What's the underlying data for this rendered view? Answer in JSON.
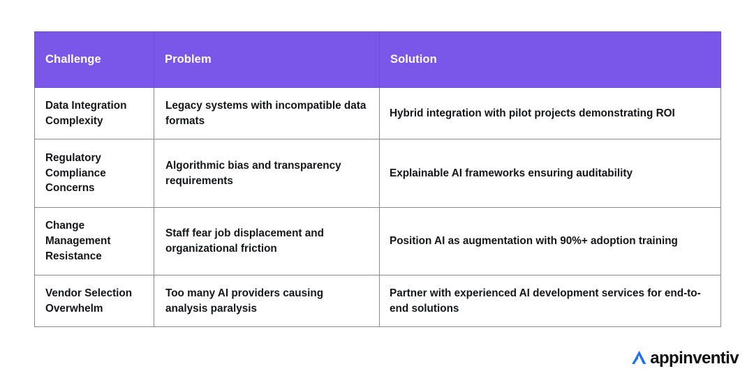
{
  "table": {
    "accent_color": "#7b57e9",
    "header_text_color": "#ffffff",
    "border_color": "#8a8a8a",
    "columns": [
      {
        "key": "challenge",
        "label": "Challenge"
      },
      {
        "key": "problem",
        "label": "Problem"
      },
      {
        "key": "solution",
        "label": "Solution"
      }
    ],
    "rows": [
      {
        "challenge": "Data Integration Complexity",
        "problem": "Legacy systems with incompatible data formats",
        "solution": "Hybrid integration with pilot projects demonstrating ROI"
      },
      {
        "challenge": "Regulatory Compliance Concerns",
        "problem": "Algorithmic bias and transparency requirements",
        "solution": "Explainable AI frameworks ensuring auditability"
      },
      {
        "challenge": "Change Management Resistance",
        "problem": "Staff fear job displacement and organizational friction",
        "solution": "Position AI as augmentation with 90%+ adoption training"
      },
      {
        "challenge": "Vendor Selection Overwhelm",
        "problem": "Too many AI providers causing analysis paralysis",
        "solution": "Partner with experienced AI development services for end-to-end solutions"
      }
    ]
  },
  "logo": {
    "wordmark": "appinventiv",
    "mark_color": "#1a6dfb",
    "text_color": "#101010"
  }
}
